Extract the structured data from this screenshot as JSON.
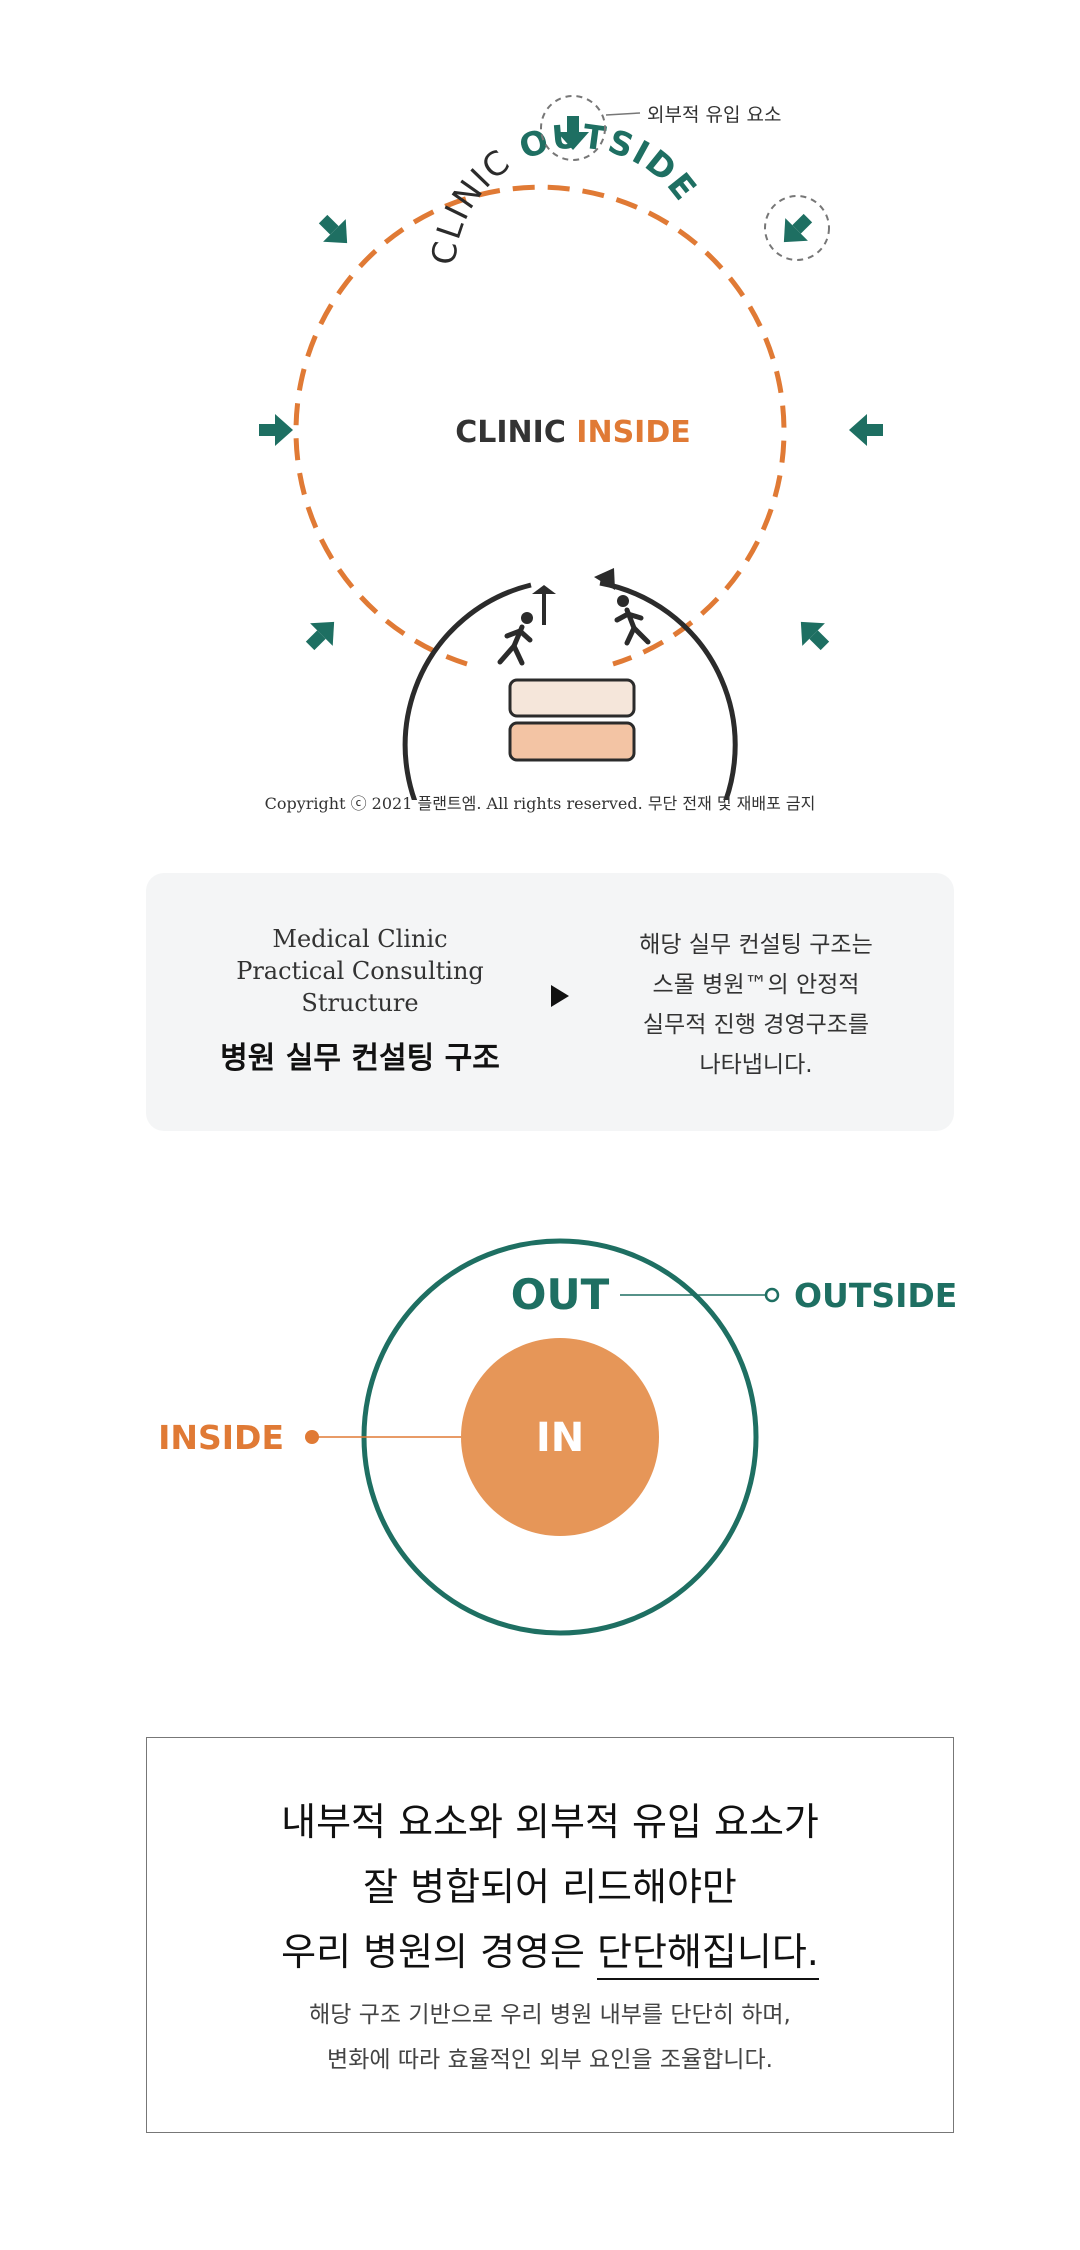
{
  "diagram1": {
    "top_label": "외부적 유입 요소",
    "outside_word1": "CLINIC",
    "outside_word2": "OUTSIDE",
    "inside_word1": "CLINIC",
    "inside_word2": "INSIDE",
    "colors": {
      "green": "#1e6f62",
      "orange": "#e07a35",
      "dark": "#2b2b2b",
      "block_top": "#f5e6da",
      "block_bottom": "#f3c4a4"
    },
    "icons": [
      "arrow-down-icon",
      "arrow-icon",
      "walking-person-icon",
      "arrow-up-icon"
    ]
  },
  "copyright": "Copyright ⓒ 2021 플랜트엠. All rights reserved. 무단 전재 및 재배포 금지",
  "info": {
    "en_lines": [
      "Medical Clinic",
      "Practical Consulting",
      "Structure"
    ],
    "ko_title": "병원 실무 컨설팅 구조",
    "desc_lines": [
      "해당 실무 컨설팅 구조는",
      "스몰 병원™의 안정적",
      "실무적 진행 경영구조를",
      "나타냅니다."
    ]
  },
  "diagram2": {
    "out_label": "OUT",
    "outside_label": "OUTSIDE",
    "in_label": "IN",
    "inside_label": "INSIDE"
  },
  "message": {
    "lines": [
      "내부적 요소와 외부적 유입 요소가",
      "잘 병합되어 리드해야만"
    ],
    "line3_plain": "우리 병원의 경영은 ",
    "line3_underlined": "단단해집니다.",
    "sub_lines": [
      "해당 구조 기반으로 우리 병원 내부를 단단히 하며,",
      "변화에 따라 효율적인 외부 요인을 조율합니다."
    ]
  }
}
